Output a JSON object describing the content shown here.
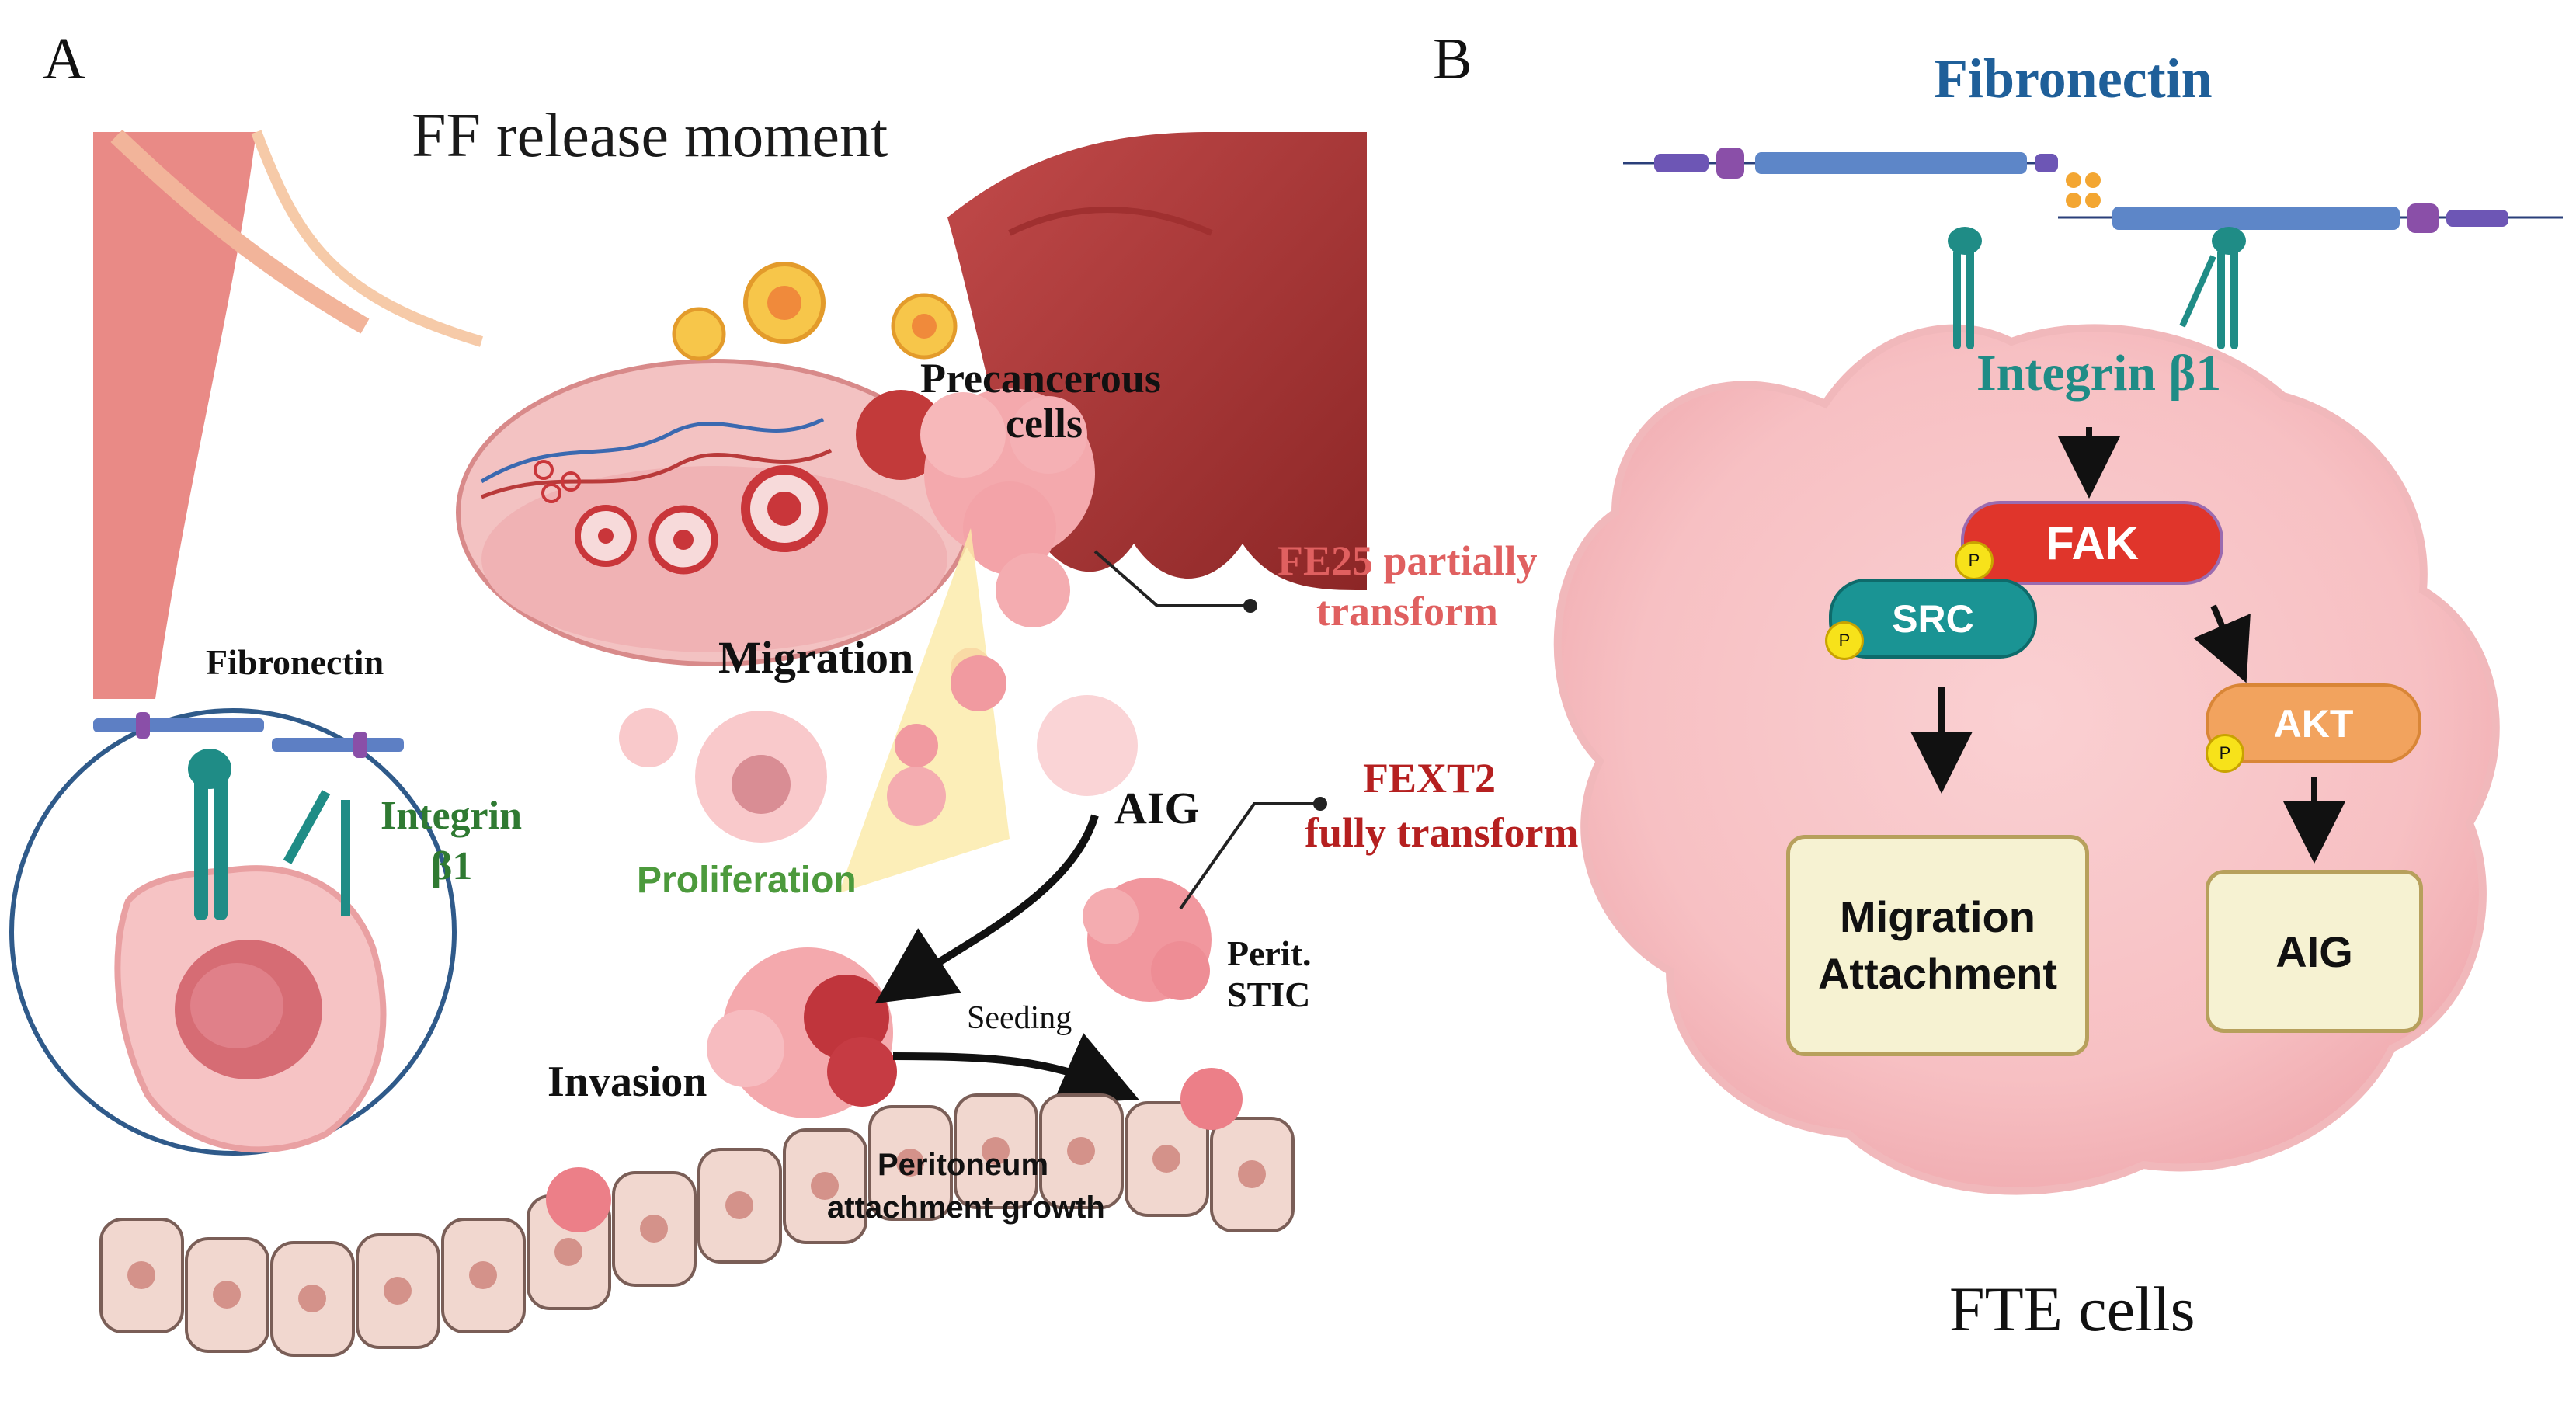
{
  "panel_a": {
    "letter": "A",
    "title": "FF release moment",
    "labels": {
      "precancerous_1": "Precancerous",
      "precancerous_2": "cells",
      "fe25_1": "FE25 partially",
      "fe25_2": "transform",
      "migration": "Migration",
      "aig": "AIG",
      "fext2_1": "FEXT2",
      "fext2_2": "fully transform",
      "proliferation": "Proliferation",
      "perit_1": "Perit.",
      "perit_2": "STIC",
      "seeding": "Seeding",
      "invasion": "Invasion",
      "peritoneum_1": "Peritoneum",
      "peritoneum_2": "attachment growth"
    },
    "inset": {
      "fibronectin": "Fibronectin",
      "integrin_1": "Integrin",
      "integrin_2": "β1"
    }
  },
  "panel_b": {
    "letter": "B",
    "fibronectin": "Fibronectin",
    "integrin": "Integrin β1",
    "nodes": {
      "fak": "FAK",
      "src": "SRC",
      "akt": "AKT",
      "p": "P",
      "migration_1": "Migration",
      "migration_2": "Attachment",
      "aig": "AIG"
    },
    "caption": "FTE cells"
  },
  "colors": {
    "fibronectin_blue": "#1f5f99",
    "integrin_teal": "#1f8c86",
    "fak_red": "#e0352b",
    "src_teal": "#1a9494",
    "akt_orange": "#f2a35e",
    "box_fill": "#f6f2d2",
    "fe25_red": "#e06060",
    "fext2_red": "#b52020",
    "proliferation_green": "#4c9a3c",
    "inset_border": "#2f5a8a"
  }
}
